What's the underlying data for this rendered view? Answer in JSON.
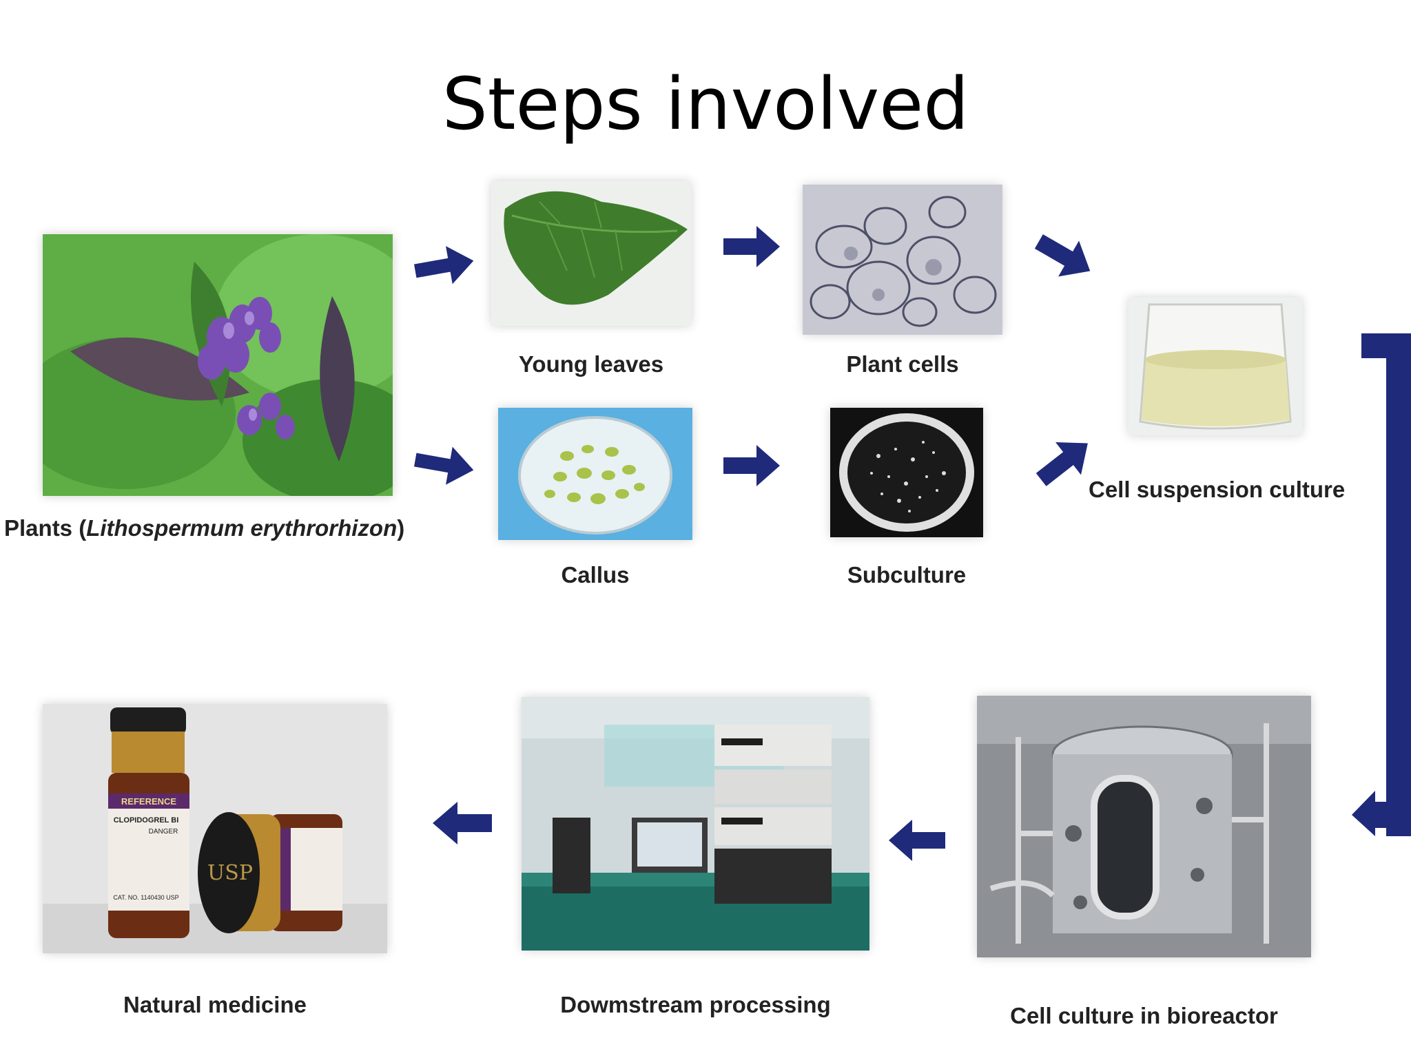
{
  "slide": {
    "title": "Steps involved"
  },
  "captions": {
    "plants_prefix": "Plants (",
    "plants_species": "Lithospermum erythrorhizon",
    "plants_suffix": ")",
    "young_leaves": "Young leaves",
    "plant_cells": "Plant cells",
    "callus": "Callus",
    "subculture": "Subculture",
    "cell_suspension": "Cell suspension culture",
    "bioreactor": "Cell culture in bioreactor",
    "downstream": "Dowmstream processing",
    "natural_medicine": "Natural medicine"
  },
  "bottle_label": {
    "reference": "REFERENCE",
    "drug": "CLOPIDOGREL BI",
    "danger": "DANGER",
    "cap_logo": "USP",
    "cat_no": "CAT. NO. 1140430 USP"
  },
  "colors": {
    "arrow": "#1f2a7a",
    "bracket": "#1f2a7a"
  }
}
